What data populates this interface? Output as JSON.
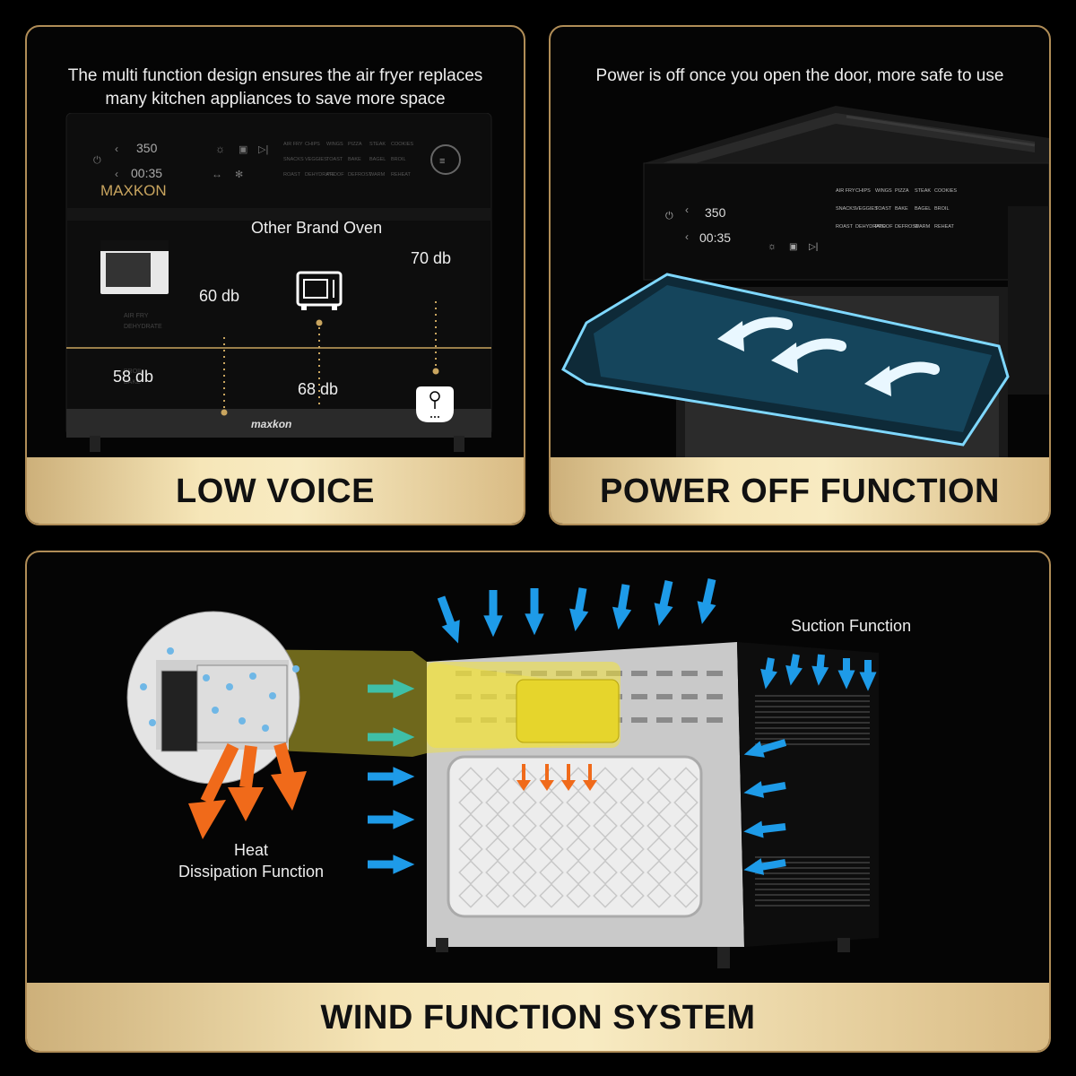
{
  "low_voice": {
    "caption_line1": "The multi function design ensures the air fryer replaces",
    "caption_line2": "many kitchen appliances to save more space",
    "brand": "MAXKON",
    "base_brand": "maxkon",
    "panel": {
      "temp": "350",
      "time": "00:35",
      "row1": [
        "AIR FRY",
        "CHIPS",
        "WINGS",
        "PIZZA",
        "STEAK",
        "COOKIES"
      ],
      "row2": [
        "SNACKS",
        "VEGGIES",
        "TOAST",
        "BAKE",
        "BAGEL",
        "BROIL"
      ],
      "row3": [
        "ROAST",
        "DEHYDRATE",
        "PROOF",
        "DEFROST",
        "WARM",
        "REHEAT"
      ]
    },
    "other_brand_label": "Other Brand Oven",
    "levels": {
      "maxkon_top": "60 db",
      "maxkon_bottom": "58 db",
      "microwave": "68 db",
      "airfryer": "70 db"
    },
    "banner": "LOW VOICE"
  },
  "power_off": {
    "caption": "Power is off once you open the door, more safe to use",
    "temp": "350",
    "time": "00:35",
    "banner": "POWER OFF FUNCTION"
  },
  "wind": {
    "suction_label": "Suction Function",
    "heat_label_line1": "Heat",
    "heat_label_line2": "Dissipation Function",
    "banner": "WIND FUNCTION SYSTEM"
  },
  "colors": {
    "gold": "#c9a55f",
    "arrow_blue": "#1e9be8",
    "arrow_teal": "#3fbfa7",
    "arrow_orange": "#f06a1a",
    "highlight_yellow": "#f2e23a"
  }
}
